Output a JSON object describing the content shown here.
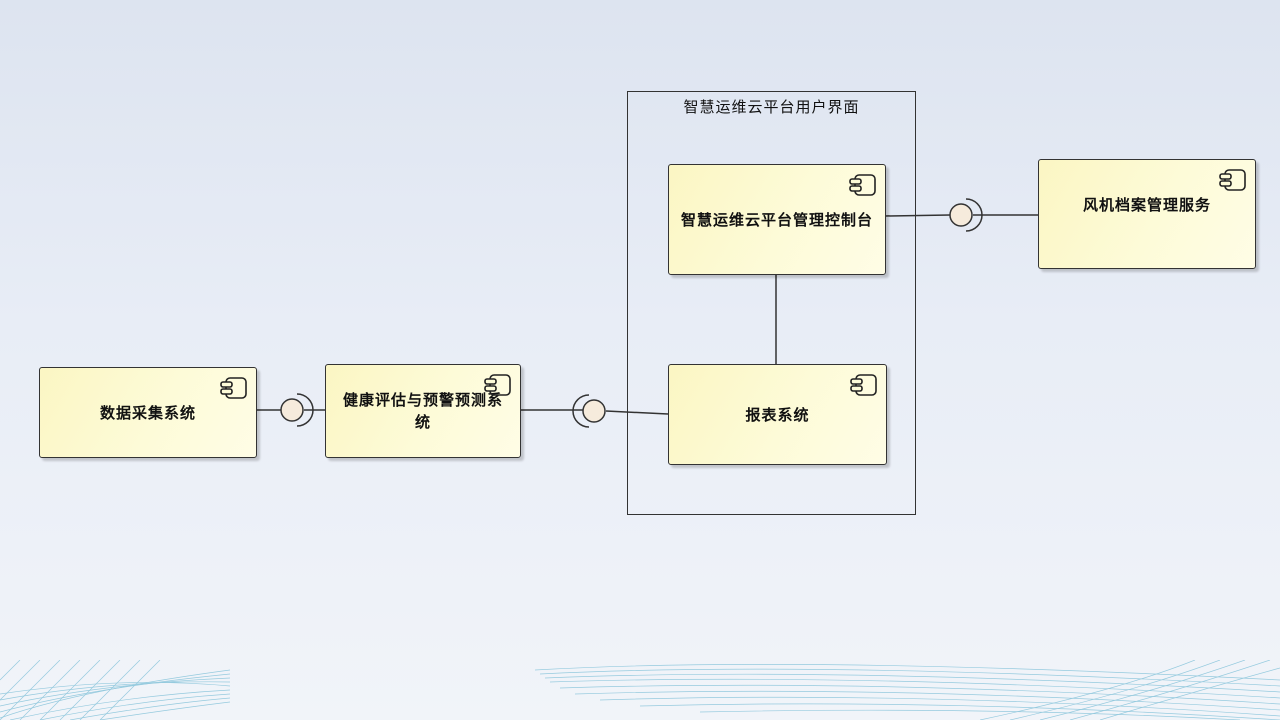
{
  "diagram": {
    "boundary": {
      "title": "智慧运维云平台用户界面"
    },
    "components": {
      "data_collection": "数据采集系统",
      "health_assessment": "健康评估与预警预测系统",
      "management_console": "智慧运维云平台管理控制台",
      "report_system": "报表系统",
      "fan_archive_service": "风机档案管理服务"
    }
  },
  "colors": {
    "component_fill": "#fdfbd8",
    "interface_fill": "#f6ebdc",
    "line": "#333333"
  },
  "icons": {
    "component": "uml-component-icon",
    "interface": "lollipop-interface-icon"
  }
}
